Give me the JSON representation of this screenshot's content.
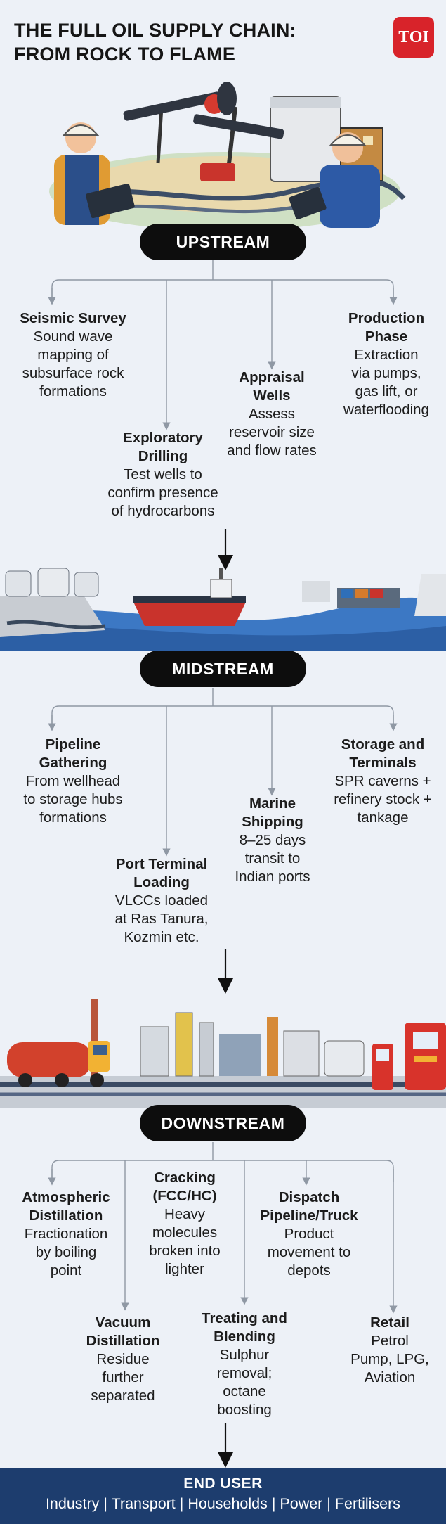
{
  "header": {
    "title_line1": "THE FULL OIL SUPPLY CHAIN:",
    "title_line2": "FROM ROCK TO FLAME",
    "logo_text": "TOI"
  },
  "colors": {
    "background": "#edf1f7",
    "pill": "#0d0d0d",
    "footer": "#1d3d6e",
    "logo": "#d8232a",
    "connector": "#8f98a4"
  },
  "illustrations": {
    "upstream": "oil-field-pumpjacks-and-workers-illustration",
    "midstream": "tanker-ship-and-port-storage-illustration",
    "downstream": "refinery-tanker-truck-and-fuel-pump-illustration"
  },
  "upstream": {
    "label": "UPSTREAM",
    "nodes": [
      {
        "title": [
          "Seismic Survey"
        ],
        "desc": [
          "Sound wave",
          "mapping of",
          "subsurface rock",
          "formations"
        ]
      },
      {
        "title": [
          "Exploratory",
          "Drilling"
        ],
        "desc": [
          "Test wells to",
          "confirm presence",
          "of hydrocarbons"
        ]
      },
      {
        "title": [
          "Appraisal",
          "Wells"
        ],
        "desc": [
          "Assess",
          "reservoir size",
          "and flow rates"
        ]
      },
      {
        "title": [
          "Production",
          "Phase"
        ],
        "desc": [
          "Extraction",
          "via pumps,",
          "gas lift, or",
          "waterflooding"
        ]
      }
    ]
  },
  "midstream": {
    "label": "MIDSTREAM",
    "nodes": [
      {
        "title": [
          "Pipeline",
          "Gathering"
        ],
        "desc": [
          "From wellhead",
          "to storage hubs",
          "formations"
        ]
      },
      {
        "title": [
          "Port Terminal",
          "Loading"
        ],
        "desc": [
          "VLCCs loaded",
          "at Ras Tanura,",
          "Kozmin etc."
        ]
      },
      {
        "title": [
          "Marine",
          "Shipping"
        ],
        "desc": [
          "8–25 days",
          "transit to",
          "Indian ports"
        ]
      },
      {
        "title": [
          "Storage and",
          "Terminals"
        ],
        "desc": [
          "SPR caverns +",
          "refinery stock +",
          "tankage"
        ]
      }
    ]
  },
  "downstream": {
    "label": "DOWNSTREAM",
    "nodes": [
      {
        "title": [
          "Atmospheric",
          "Distillation"
        ],
        "desc": [
          "Fractionation",
          "by boiling",
          "point"
        ]
      },
      {
        "title": [
          "Vacuum",
          "Distillation"
        ],
        "desc": [
          "Residue",
          "further",
          "separated"
        ]
      },
      {
        "title": [
          "Cracking",
          "(FCC/HC)"
        ],
        "desc": [
          "Heavy",
          "molecules",
          "broken into",
          "lighter"
        ]
      },
      {
        "title": [
          "Treating and",
          "Blending"
        ],
        "desc": [
          "Sulphur",
          "removal;",
          "octane",
          "boosting"
        ]
      },
      {
        "title": [
          "Dispatch",
          "Pipeline/Truck"
        ],
        "desc": [
          "Product",
          "movement to",
          "depots"
        ]
      },
      {
        "title": [
          "Retail"
        ],
        "desc": [
          "Petrol",
          "Pump, LPG,",
          "Aviation"
        ]
      }
    ]
  },
  "footer": {
    "title": "END USER",
    "sectors": "Industry | Transport | Households | Power | Fertilisers"
  }
}
